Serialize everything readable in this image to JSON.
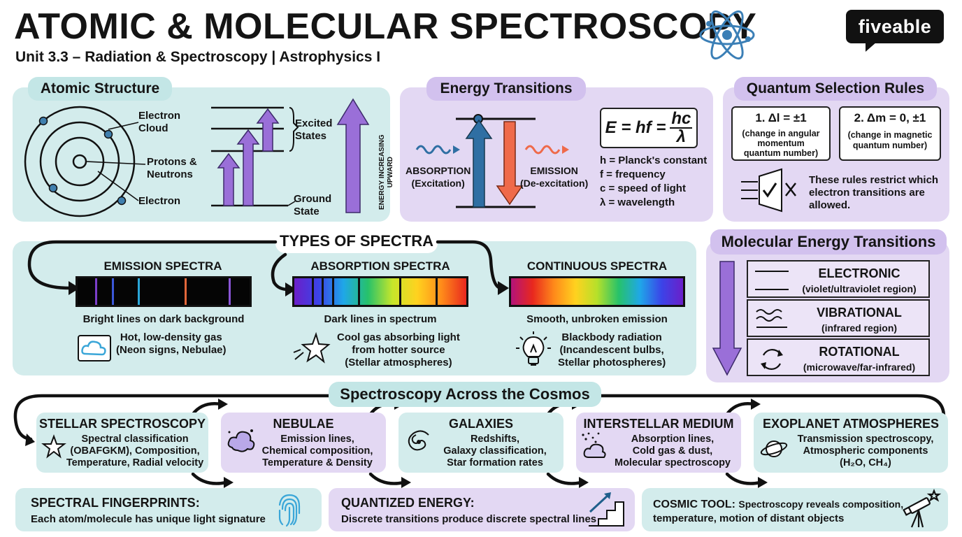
{
  "header": {
    "title": "ATOMIC & MOLECULAR SPECTROSCOPY",
    "subtitle": "Unit 3.3 – Radiation & Spectroscopy | Astrophysics I",
    "logo_text": "fiveable"
  },
  "atomic_structure": {
    "heading": "Atomic Structure",
    "electron_cloud": "Electron\nCloud",
    "protons_neutrons": "Protons &\nNeutrons",
    "electron": "Electron",
    "excited_states": "Excited\nStates",
    "ground_state": "Ground\nState",
    "energy_axis": "ENERGY INCREASING\nUPWARD"
  },
  "energy_transitions": {
    "heading": "Energy Transitions",
    "absorption": "ABSORPTION\n(Excitation)",
    "emission": "EMISSION\n(De-excitation)",
    "formula_left": "E = hf =",
    "formula_num": "hc",
    "formula_den": "λ",
    "legend": [
      "h = Planck's constant",
      "f = frequency",
      "c = speed of light",
      "λ = wavelength"
    ]
  },
  "selection_rules": {
    "heading": "Quantum Selection Rules",
    "rule1_title": "1. Δl = ±1",
    "rule1_desc": "(change in angular\nmomentum\nquantum number)",
    "rule2_title": "2. Δm = 0, ±1",
    "rule2_desc": "(change in magnetic\nquantum number)",
    "note": "These rules restrict which\nelectron transitions are\nallowed."
  },
  "types_of_spectra": {
    "heading": "TYPES OF SPECTRA",
    "emission": {
      "title": "EMISSION SPECTRA",
      "caption": "Bright lines on dark background",
      "example": "Hot, low-density gas\n(Neon signs, Nebulae)",
      "lines": [
        {
          "pos": 0.1,
          "color": "#7b3fc9"
        },
        {
          "pos": 0.2,
          "color": "#3b58d8"
        },
        {
          "pos": 0.35,
          "color": "#2aa6d8"
        },
        {
          "pos": 0.62,
          "color": "#e2673a"
        },
        {
          "pos": 0.88,
          "color": "#8a55d6"
        }
      ]
    },
    "absorption": {
      "title": "ABSORPTION SPECTRA",
      "caption": "Dark lines in spectrum",
      "example": "Cool gas absorbing light\nfrom hotter source\n(Stellar atmospheres)",
      "lines": [
        0.1,
        0.16,
        0.22,
        0.37,
        0.61,
        0.82
      ]
    },
    "continuous": {
      "title": "CONTINUOUS SPECTRA",
      "caption": "Smooth, unbroken emission",
      "example": "Blackbody radiation\n(Incandescent bulbs,\nStellar photospheres)"
    }
  },
  "molecular": {
    "heading": "Molecular Energy Transitions",
    "levels": [
      {
        "name": "ELECTRONIC",
        "region": "(violet/ultraviolet region)"
      },
      {
        "name": "VIBRATIONAL",
        "region": "(infrared region)"
      },
      {
        "name": "ROTATIONAL",
        "region": "(microwave/far-infrared)"
      }
    ]
  },
  "cosmos": {
    "heading": "Spectroscopy Across the Cosmos",
    "cards": [
      {
        "title": "STELLAR SPECTROSCOPY",
        "text": "Spectral classification\n(OBAFGKM), Composition,\nTemperature, Radial velocity",
        "icon": "star-icon"
      },
      {
        "title": "NEBULAE",
        "text": "Emission lines,\nChemical composition,\nTemperature & Density",
        "icon": "nebula-cloud-icon"
      },
      {
        "title": "GALAXIES",
        "text": "Redshifts,\nGalaxy classification,\nStar formation rates",
        "icon": "spiral-galaxy-icon"
      },
      {
        "title": "INTERSTELLAR MEDIUM",
        "text": "Absorption lines,\nCold gas & dust,\nMolecular spectroscopy",
        "icon": "dust-cloud-icon"
      },
      {
        "title": "EXOPLANET ATMOSPHERES",
        "text": "Transmission spectroscopy,\nAtmospheric components\n(H₂O, CH₄)",
        "icon": "ringed-planet-icon"
      }
    ]
  },
  "footer": {
    "fingerprints_title": "SPECTRAL FINGERPRINTS:",
    "fingerprints_text": "Each atom/molecule has unique light signature",
    "quantized_title": "QUANTIZED ENERGY:",
    "quantized_text": "Discrete transitions produce discrete spectral lines",
    "cosmic_title": "COSMIC TOOL:",
    "cosmic_text_1": "Spectroscopy reveals composition,",
    "cosmic_text_2": "temperature, motion of distant objects"
  },
  "colors": {
    "teal_panel": "#d3ecec",
    "lavender_panel": "#e3d8f3",
    "arrow_purple": "#9a6fd8",
    "absorb_blue": "#2f6fa3",
    "emit_red": "#ef6a4a"
  }
}
